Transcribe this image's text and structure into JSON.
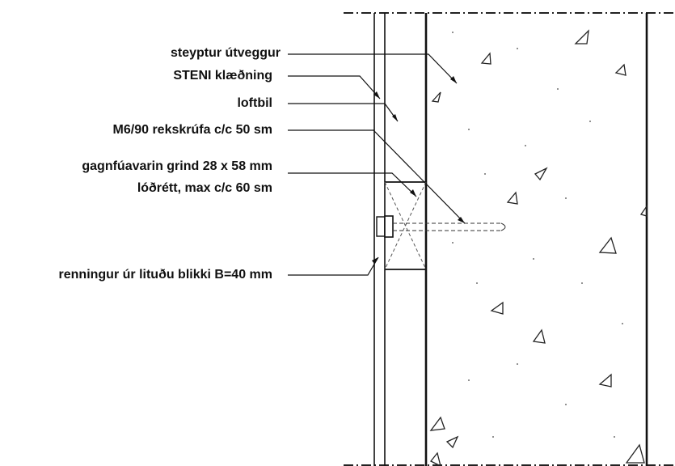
{
  "labels": {
    "wall": "steyptur útveggur",
    "cladding": "STENI klæðning",
    "air_gap": "loftbil",
    "screw": "M6/90 rekskrúfa c/c 50 sm",
    "frame_line1": "gagnfúavarin grind 28 x 58 mm",
    "frame_line2": "lóðrétt, max c/c 60 sm",
    "strip": "renningur úr lituðu blikki B=40 mm"
  }
}
